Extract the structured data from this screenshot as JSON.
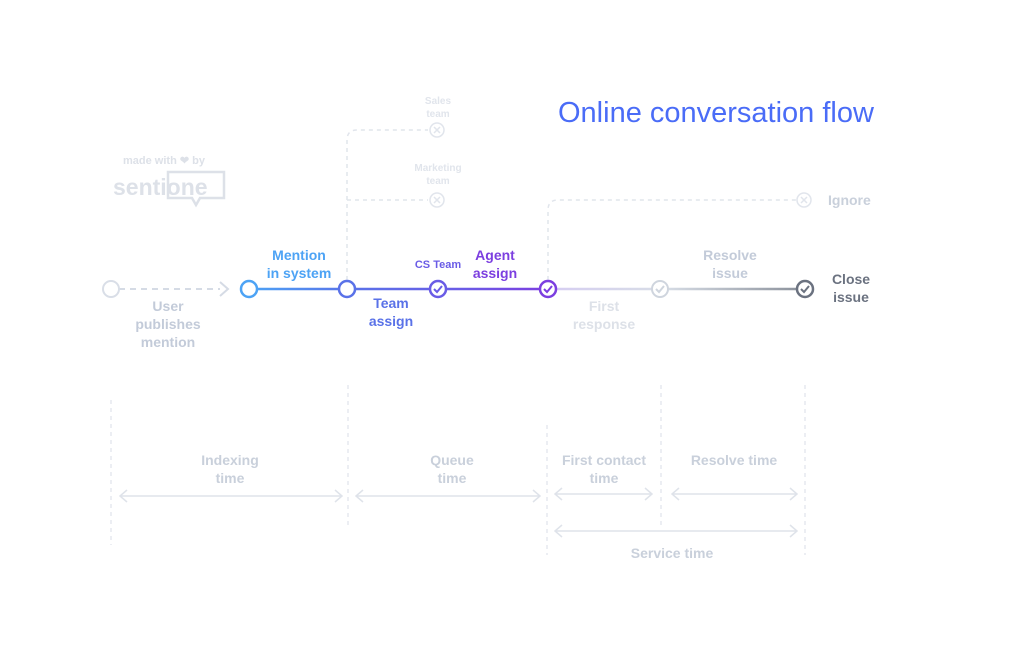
{
  "title": "Online conversation flow",
  "branding": {
    "made_with": "made with ❤ by",
    "logo_text": "sentione"
  },
  "colors": {
    "title": "#4a6cf7",
    "mention": "#4da3f5",
    "team_assign": "#5a72e8",
    "cs_team": "#6a5ce6",
    "agent_assign": "#7c3fe0",
    "muted": "#c3cbd9",
    "faded": "#dfe3ea",
    "close": "#6b7280"
  },
  "steps": {
    "user_publishes": "User\npublishes\nmention",
    "mention_in_system": "Mention\nin system",
    "team_assign": "Team\nassign",
    "cs_team": "CS Team",
    "agent_assign": "Agent\nassign",
    "first_response": "First\nresponse",
    "resolve_issue": "Resolve\nissue",
    "close_issue": "Close\nissue"
  },
  "branches": {
    "sales_team": "Sales\nteam",
    "marketing_team": "Marketing\nteam",
    "ignore": "Ignore"
  },
  "time_spans": {
    "indexing": "Indexing\ntime",
    "queue": "Queue\ntime",
    "first_contact": "First contact\ntime",
    "resolve": "Resolve time",
    "service": "Service time"
  },
  "icons": [
    "check-icon",
    "cross-icon",
    "heart-icon",
    "arrow-icon"
  ]
}
